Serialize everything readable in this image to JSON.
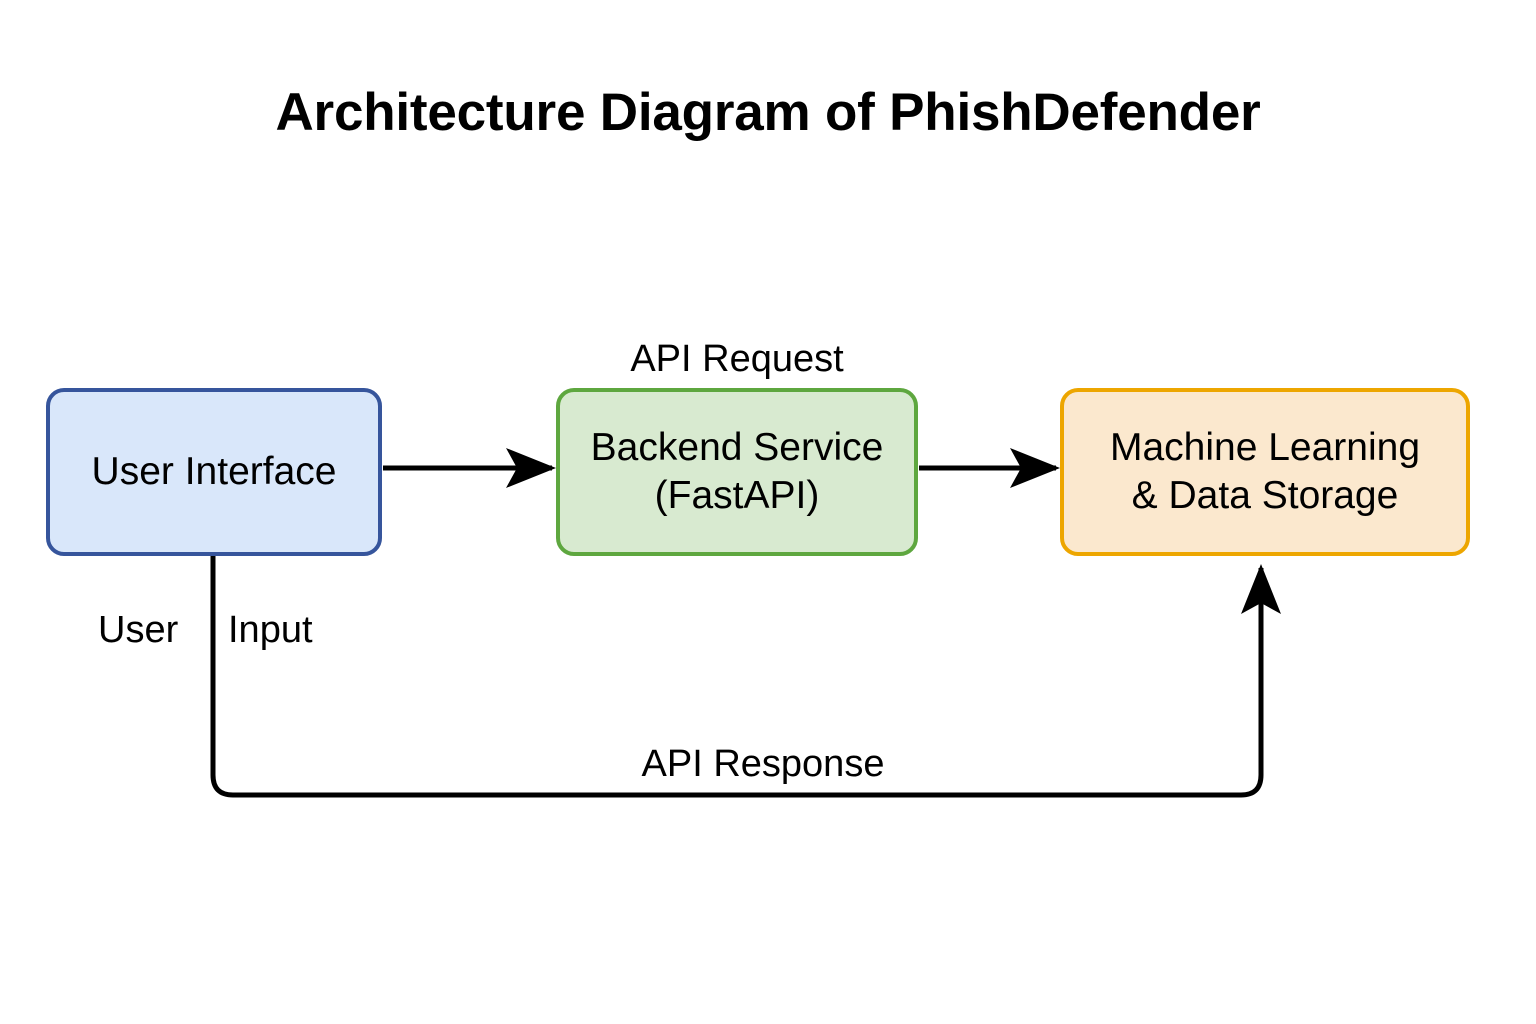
{
  "title": "Architecture Diagram of PhishDefender",
  "colors": {
    "background": "#ffffff",
    "text": "#000000",
    "ui_fill": "#d9e7fa",
    "ui_stroke": "#36559c",
    "backend_fill": "#d8ead0",
    "backend_stroke": "#5ea73f",
    "ml_fill": "#fbe8ce",
    "ml_stroke": "#eda600",
    "connector": "#000000"
  },
  "nodes": [
    {
      "id": "user-interface",
      "label": "User Interface"
    },
    {
      "id": "backend-service",
      "label": "Backend Service\n(FastAPI)"
    },
    {
      "id": "machine-learning",
      "label": "Machine Learning\n& Data Storage"
    }
  ],
  "edges": [
    {
      "id": "ui-to-backend",
      "label": "API Request",
      "from": "user-interface",
      "to": "backend-service",
      "arrow": true
    },
    {
      "id": "backend-to-ml",
      "label": "",
      "from": "backend-service",
      "to": "machine-learning",
      "arrow": true
    },
    {
      "id": "ui-input",
      "label_left": "User",
      "label_right": "Input",
      "from": "user-interface",
      "to": "machine-learning",
      "arrow": false
    },
    {
      "id": "ml-to-ui-response",
      "label": "API Response",
      "from": "machine-learning",
      "to": "user-interface",
      "arrow": true
    }
  ],
  "edge_labels": {
    "api_request": "API Request",
    "user": "User",
    "input": "Input",
    "api_response": "API Response"
  }
}
